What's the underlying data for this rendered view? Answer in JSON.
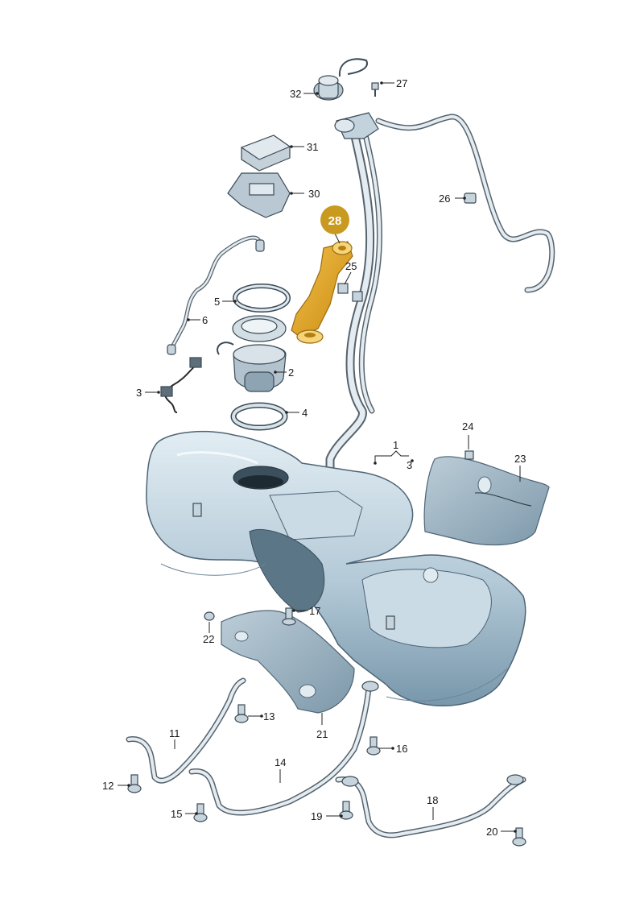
{
  "colors": {
    "tank_light": "#d8e6ee",
    "tank_mid": "#a9c2d1",
    "tank_dark": "#6f8da1",
    "part_fill": "#c9d6de",
    "highlight": "#e0a320",
    "badge": "#c99a20",
    "line": "#222222"
  },
  "highlight_badge": "28",
  "callouts": [
    {
      "id": "32",
      "label": "32"
    },
    {
      "id": "27",
      "label": "27"
    },
    {
      "id": "31",
      "label": "31"
    },
    {
      "id": "30",
      "label": "30"
    },
    {
      "id": "26",
      "label": "26"
    },
    {
      "id": "25",
      "label": "25"
    },
    {
      "id": "5",
      "label": "5"
    },
    {
      "id": "6",
      "label": "6"
    },
    {
      "id": "2",
      "label": "2"
    },
    {
      "id": "3",
      "label": "3"
    },
    {
      "id": "4",
      "label": "4"
    },
    {
      "id": "1",
      "label": "1"
    },
    {
      "id": "3b",
      "label": "3"
    },
    {
      "id": "24",
      "label": "24"
    },
    {
      "id": "23",
      "label": "23"
    },
    {
      "id": "22",
      "label": "22"
    },
    {
      "id": "17",
      "label": "17"
    },
    {
      "id": "13",
      "label": "13"
    },
    {
      "id": "11",
      "label": "11"
    },
    {
      "id": "21",
      "label": "21"
    },
    {
      "id": "16",
      "label": "16"
    },
    {
      "id": "14",
      "label": "14"
    },
    {
      "id": "12",
      "label": "12"
    },
    {
      "id": "18",
      "label": "18"
    },
    {
      "id": "15",
      "label": "15"
    },
    {
      "id": "19",
      "label": "19"
    },
    {
      "id": "20",
      "label": "20"
    }
  ]
}
